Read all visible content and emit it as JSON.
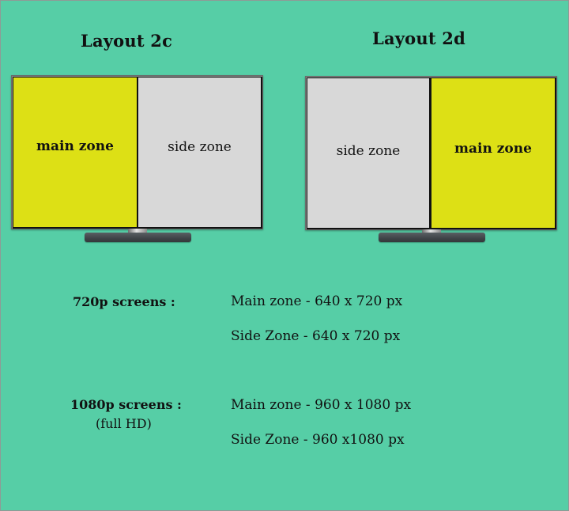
{
  "layouts": [
    {
      "title": "Layout 2c",
      "zones": [
        {
          "label": "main zone",
          "type": "main"
        },
        {
          "label": "side zone",
          "type": "side"
        }
      ]
    },
    {
      "title": "Layout 2d",
      "zones": [
        {
          "label": "side zone",
          "type": "side"
        },
        {
          "label": "main zone",
          "type": "main"
        }
      ]
    }
  ],
  "specs": [
    {
      "screen_label": "720p screens :",
      "screen_sublabel": "",
      "lines": [
        "Main zone - 640 x 720 px",
        "Side Zone - 640 x 720 px"
      ]
    },
    {
      "screen_label": "1080p screens :",
      "screen_sublabel": "(full HD)",
      "lines": [
        "Main zone - 960 x 1080 px",
        "Side Zone - 960 x1080 px"
      ]
    }
  ],
  "colors": {
    "background": "#56cea6",
    "main_zone": "#dde015",
    "side_zone": "#d8d8d8",
    "bezel": "#111111"
  }
}
